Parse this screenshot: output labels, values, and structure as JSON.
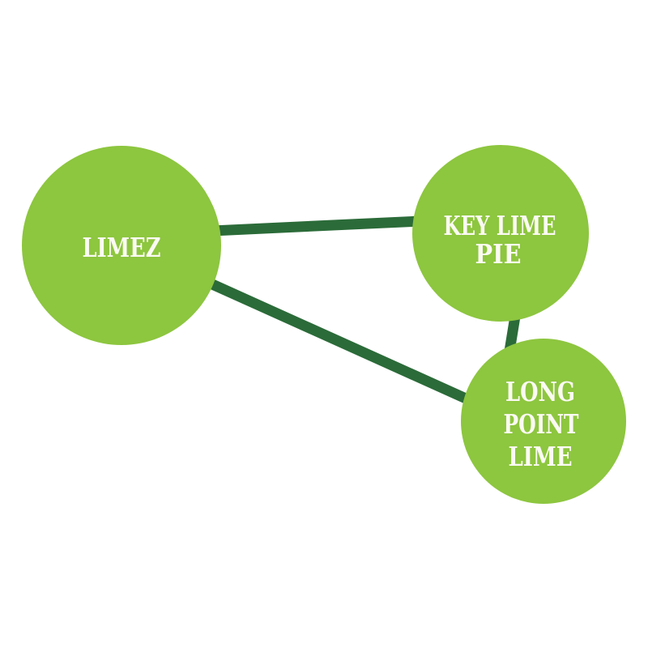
{
  "graph": {
    "type": "network",
    "background_color": "#ffffff",
    "node_fill_color": "#8dc63f",
    "edge_color": "#2b6b39",
    "label_color": "#fbfaf3",
    "nodes": [
      {
        "id": "limez",
        "label": "LIMEZ",
        "label_lines": [
          "LIMEZ"
        ]
      },
      {
        "id": "key-lime-pie",
        "label": "KEY LIME PIE",
        "label_lines": [
          "KEY LIME",
          "PIE"
        ]
      },
      {
        "id": "long-point-lime",
        "label": "LONG POINT LIME",
        "label_lines": [
          "LONG",
          "POINT",
          "LIME"
        ]
      }
    ],
    "edges": [
      {
        "source": "limez",
        "target": "key-lime-pie"
      },
      {
        "source": "limez",
        "target": "long-point-lime"
      },
      {
        "source": "key-lime-pie",
        "target": "long-point-lime"
      }
    ]
  }
}
